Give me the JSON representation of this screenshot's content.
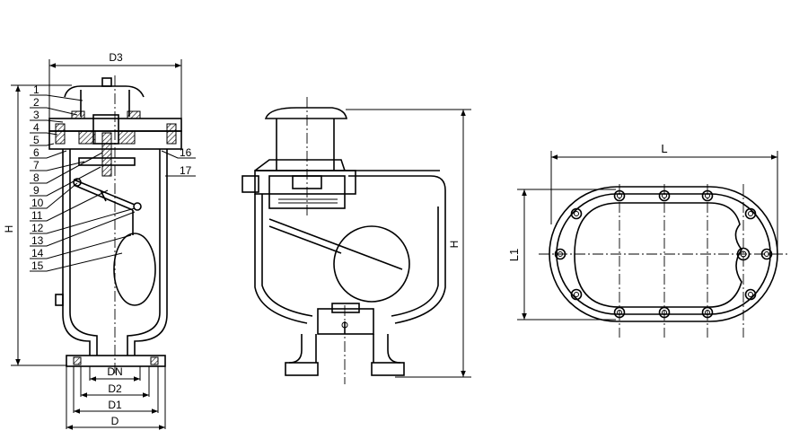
{
  "left_view": {
    "dims": {
      "d3": "D3",
      "h": "H",
      "dn": "DN",
      "d2": "D2",
      "d1": "D1",
      "d": "D"
    },
    "part_numbers": [
      "1",
      "2",
      "3",
      "4",
      "5",
      "6",
      "7",
      "8",
      "9",
      "10",
      "11",
      "12",
      "13",
      "14",
      "15",
      "16",
      "17"
    ]
  },
  "middle_view": {
    "dims": {
      "h": "H"
    }
  },
  "right_view": {
    "dims": {
      "l": "L",
      "l1": "L1"
    }
  }
}
